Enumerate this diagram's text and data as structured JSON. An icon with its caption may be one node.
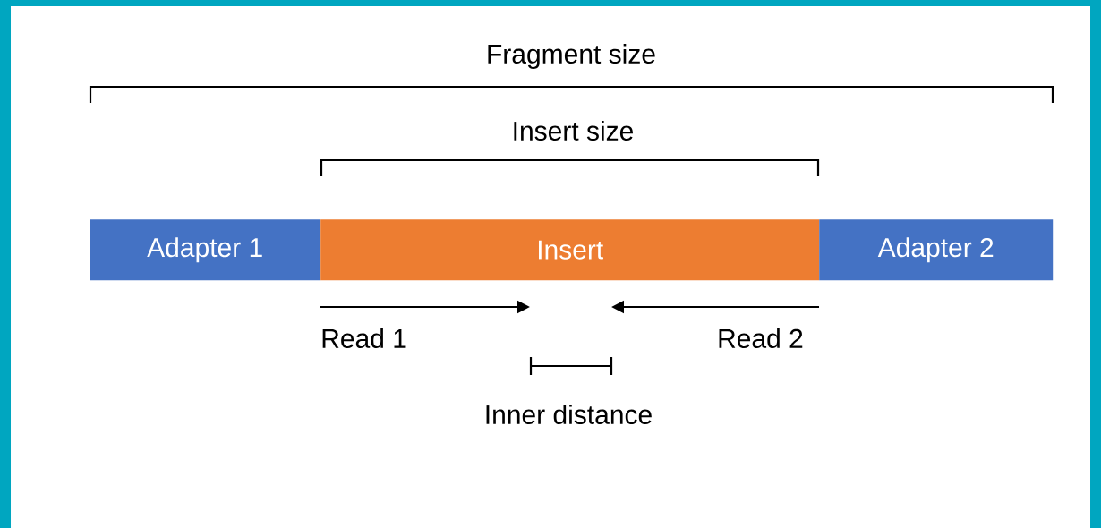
{
  "diagram": {
    "nodes": [
      {
        "text": [
          "Adapter 1"
        ]
      },
      {
        "text": [
          "Insert"
        ]
      },
      {
        "text": [
          "Adapter 2"
        ]
      }
    ],
    "labels": [
      "Fragment size",
      "Insert size",
      "Read 1",
      "Read 2",
      "Inner distance"
    ]
  }
}
